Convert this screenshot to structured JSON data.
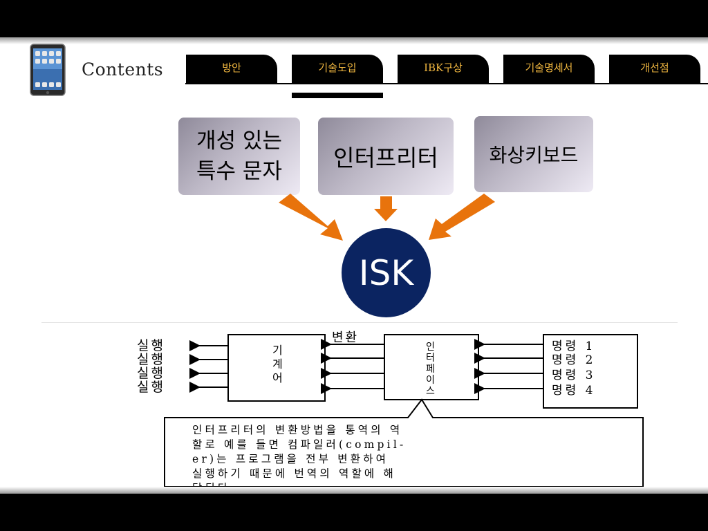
{
  "header": {
    "title": "Contents",
    "tabs": [
      {
        "label": "방안"
      },
      {
        "label": "기술도입",
        "active": true
      },
      {
        "label": "IBK구상"
      },
      {
        "label": "기술명세서"
      },
      {
        "label": "개선점"
      }
    ],
    "colors": {
      "tab_bg": "#000000",
      "tab_text": "#f2b840"
    }
  },
  "diagram": {
    "sources": [
      {
        "line1": "개성 있는",
        "line2": "특수 문자"
      },
      {
        "label": "인터프리터"
      },
      {
        "label": "화상키보드"
      }
    ],
    "target": "ISK",
    "colors": {
      "arrow": "#e8730c",
      "circle": "#0b2461"
    }
  },
  "interpreter_figure": {
    "run_labels": [
      "실행",
      "실행",
      "실행",
      "실행"
    ],
    "machine_language": [
      "기",
      "계",
      "어"
    ],
    "convert_label": "변환",
    "interface": [
      "인",
      "터",
      "페",
      "이",
      "스"
    ],
    "commands": [
      "명령 1",
      "명령 2",
      "명령 3",
      "명령 4"
    ],
    "caption_lines": [
      "인터프리터의 변환방법을 통역의 역",
      "할로 예를 들면 컴파일러(compil-",
      "er)는 프로그램을 전부 변환하여",
      "실행하기 때문에 번역의 역할에 해",
      "당된다."
    ]
  }
}
